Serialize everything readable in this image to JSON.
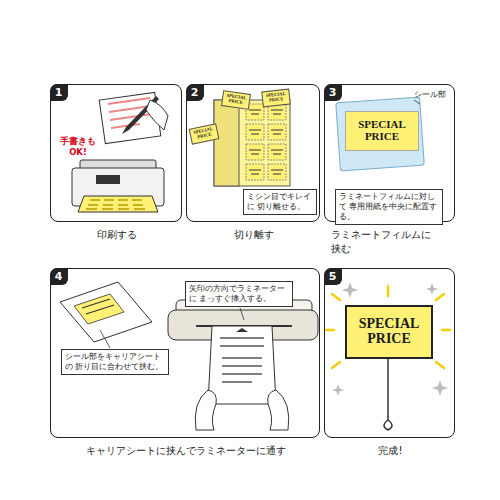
{
  "diagram": {
    "nodes": [
      {
        "text": [
          "1",
          "印刷する"
        ]
      },
      {
        "text": [
          "2",
          "切り離す"
        ]
      },
      {
        "text": [
          "ミシン目でキレイに 切り離せる。"
        ],
        "in": 1
      },
      {
        "text": [
          "3",
          "ラミネートフィルムに 挟む"
        ]
      },
      {
        "text": [
          "SPECIAL PRICE"
        ],
        "in": 3
      },
      {
        "text": [
          "ラミネートフィルムに対して 専用用紙を中央に配置する。"
        ],
        "in": 3
      },
      {
        "text": [
          "4",
          "キャリアシートに挟んでラミネーターに通す"
        ]
      },
      {
        "text": [
          "矢印の方向でラミネーターに まっすぐ挿入する。"
        ],
        "in": 6
      },
      {
        "text": [
          "シール部をキャリアシートの 折り目に合わせて挟む。"
        ],
        "in": 6
      },
      {
        "text": [
          "5",
          "完成!"
        ]
      },
      {
        "text": [
          "SPECIAL PRICE"
        ],
        "in": 9
      }
    ],
    "edges": [],
    "labels": [
      "手書きも OK!",
      "シール部",
      "SPECIAL PRICE",
      "SPECIAL PRICE",
      "SPECIAL PRICE"
    ]
  }
}
